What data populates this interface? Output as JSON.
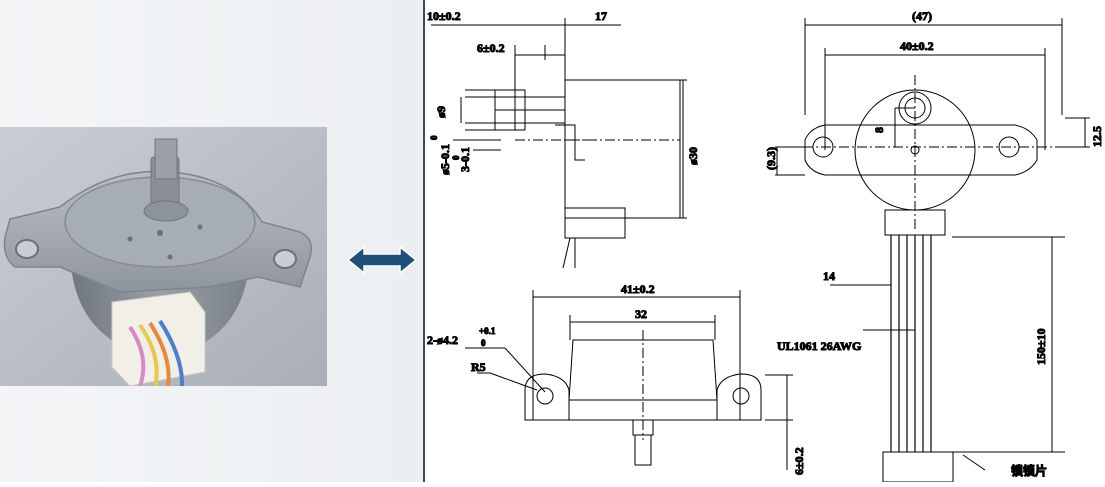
{
  "photo": {
    "subject_icon": "stepper-motor-photo"
  },
  "arrow": {
    "icon": "double-headed-arrow-icon",
    "color": "#1f4e79"
  },
  "drawing": {
    "dims": {
      "d10": "10±0.2",
      "d17": "17",
      "d6": "6±0.2",
      "d9": "ø9",
      "d5": "ø5-0.1",
      "d5_upper": "0",
      "d3": "3-0.1",
      "d3_upper": "0",
      "d30": "ø30",
      "d47": "(47)",
      "d40": "40±0.2",
      "d8": "8",
      "d9_3": "(9.3)",
      "d12_5": "12.5",
      "d14": "14",
      "d150": "150±10",
      "d41": "41±0.2",
      "d32": "32",
      "hole": "2-ø4.2",
      "hole_tol_upper": "+0.1",
      "hole_tol_lower": "0",
      "r5": "R5",
      "d6_bottom": "6±0.2",
      "cable": "UL1061 26AWG",
      "lock": "锁锁片"
    }
  }
}
